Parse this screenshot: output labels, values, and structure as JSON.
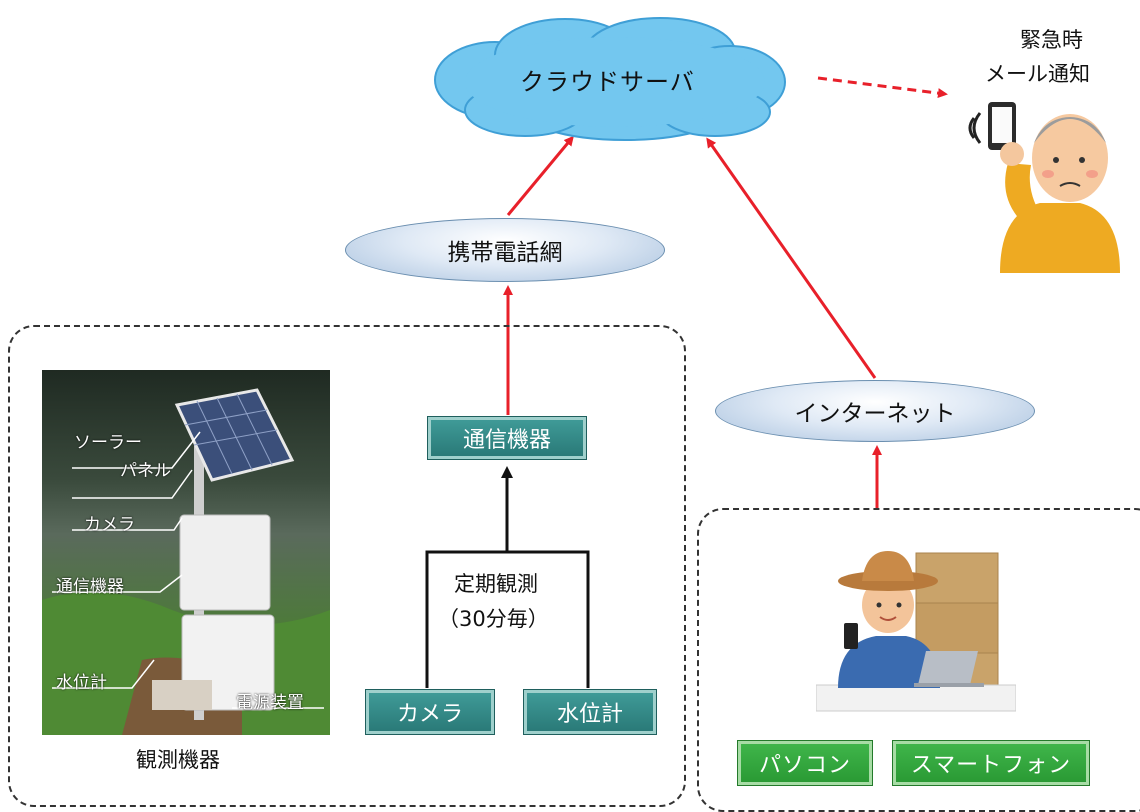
{
  "cloud": {
    "label": "クラウドサーバ"
  },
  "emergency": {
    "line1": "緊急時",
    "line2": "メール通知"
  },
  "networks": {
    "mobile": "携帯電話網",
    "internet": "インターネット"
  },
  "observation": {
    "comm": "通信機器",
    "periodic_line1": "定期観測",
    "periodic_line2": "（30分毎）",
    "camera": "カメラ",
    "water_gauge": "水位計",
    "caption": "観測機器"
  },
  "photo_labels": {
    "solar1": "ソーラー",
    "solar2": "パネル",
    "camera": "カメラ",
    "comm": "通信機器",
    "water": "水位計",
    "power": "電源装置"
  },
  "users": {
    "pc": "パソコン",
    "smartphone": "スマートフォン"
  },
  "colors": {
    "arrow_red": "#e8202a",
    "teal": "#2f8b88",
    "green": "#2fa83a",
    "cloud": "#6cc8f0"
  }
}
